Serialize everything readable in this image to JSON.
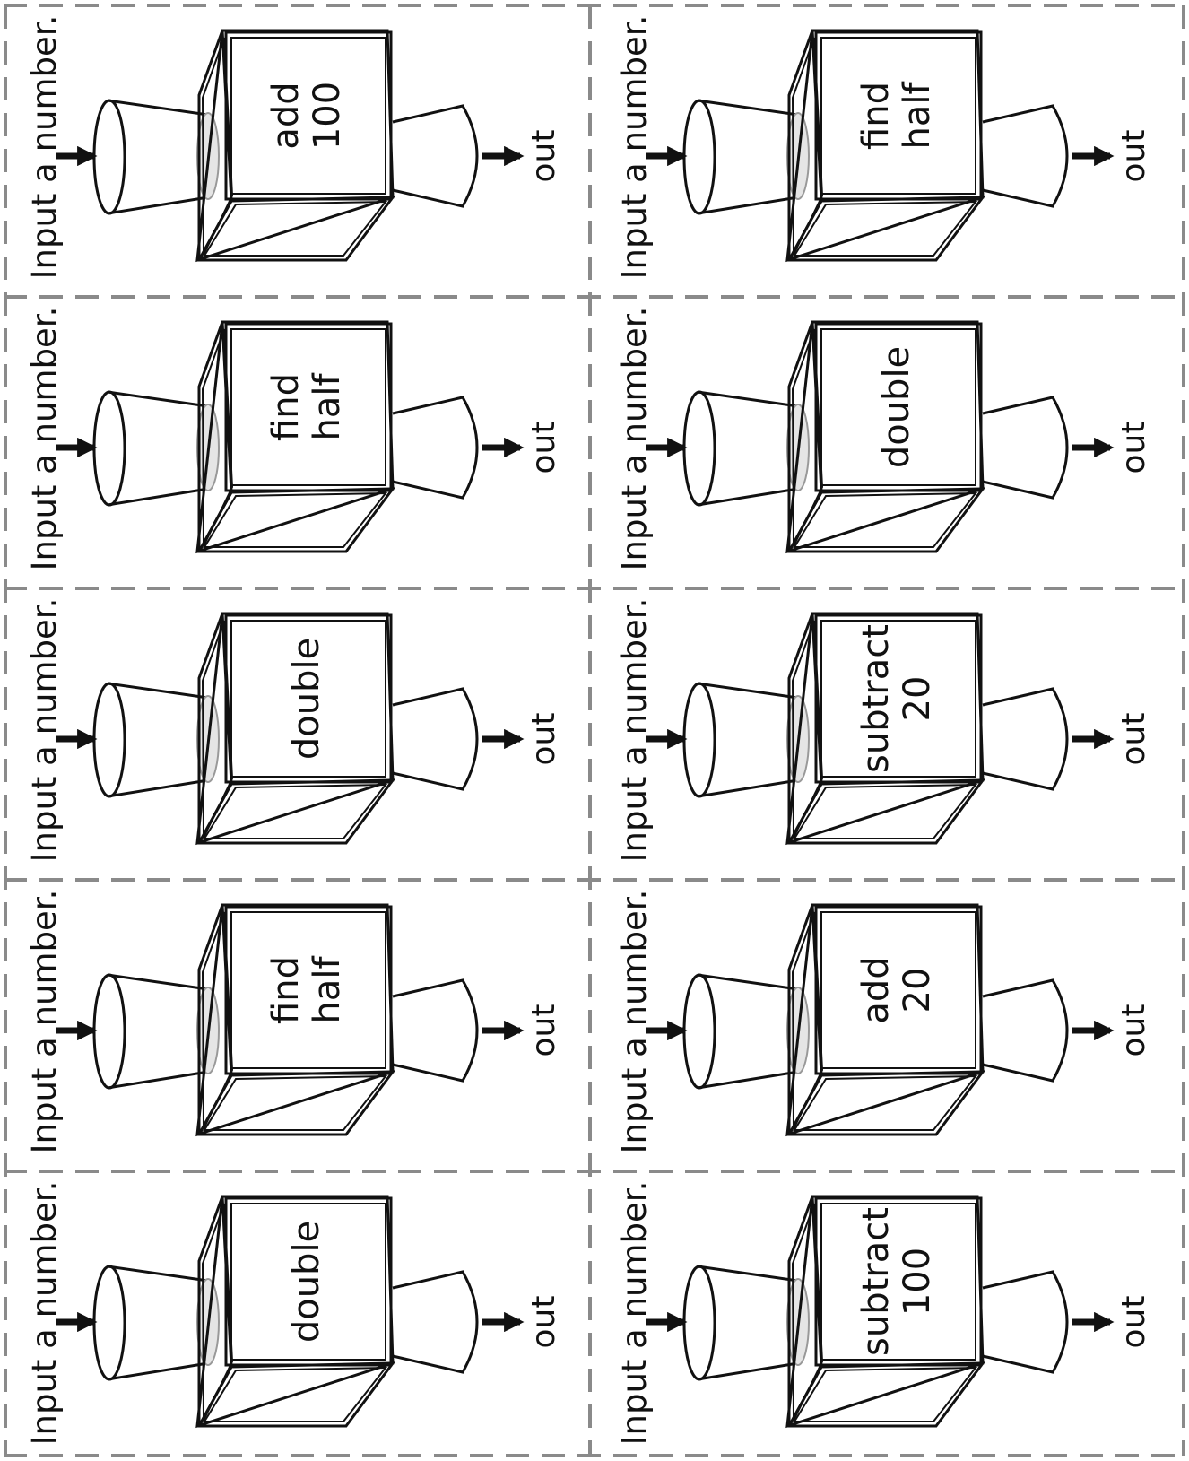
{
  "cards": [
    {
      "prompt": "Input a number.",
      "rule": [
        "add",
        "100"
      ],
      "output": "out"
    },
    {
      "prompt": "Input a number.",
      "rule": [
        "find",
        "half"
      ],
      "output": "out"
    },
    {
      "prompt": "Input a number.",
      "rule": [
        "find",
        "half"
      ],
      "output": "out"
    },
    {
      "prompt": "Input a number.",
      "rule": [
        "double"
      ],
      "output": "out"
    },
    {
      "prompt": "Input a number.",
      "rule": [
        "double"
      ],
      "output": "out"
    },
    {
      "prompt": "Input a number.",
      "rule": [
        "subtract",
        "20"
      ],
      "output": "out"
    },
    {
      "prompt": "Input a number.",
      "rule": [
        "find",
        "half"
      ],
      "output": "out"
    },
    {
      "prompt": "Input a number.",
      "rule": [
        "add",
        "20"
      ],
      "output": "out"
    },
    {
      "prompt": "Input a number.",
      "rule": [
        "double"
      ],
      "output": "out"
    },
    {
      "prompt": "Input a number.",
      "rule": [
        "subtract",
        "100"
      ],
      "output": "out"
    }
  ],
  "colors": {
    "cut_line": "#8a8a8a",
    "ink": "#111111",
    "funnel_shade": "#c8c8c8"
  },
  "icons": [
    "input-arrow-icon",
    "funnel-icon",
    "machine-box-icon",
    "output-arrow-icon"
  ]
}
